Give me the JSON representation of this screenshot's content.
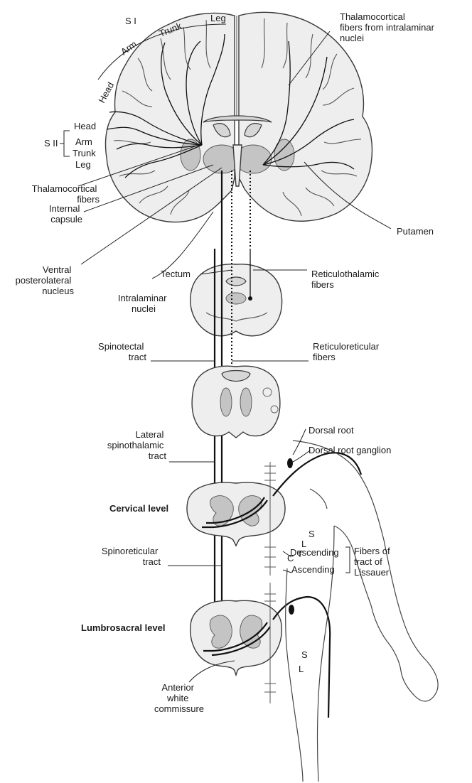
{
  "labels": {
    "s_one": "S I",
    "leg_top": "Leg",
    "trunk_top": "Trunk",
    "arm_top": "Arm",
    "head_top": "Head",
    "s_two": "S II",
    "head_s2": "Head",
    "arm_s2": "Arm",
    "trunk_s2": "Trunk",
    "leg_s2": "Leg",
    "thalamocortical_intralaminar": [
      "Thalamocortical",
      "fibers from intralaminar",
      "nuclei"
    ],
    "thalamocortical_fibers": [
      "Thalamocortical",
      "fibers"
    ],
    "internal_capsule": [
      "Internal",
      "capsule"
    ],
    "putamen": "Putamen",
    "ventral_posterolateral": [
      "Ventral",
      "posterolateral",
      "nucleus"
    ],
    "tectum": "Tectum",
    "intralaminar_nuclei": [
      "Intralaminar",
      "nuclei"
    ],
    "reticulothalamic": [
      "Reticulothalamic",
      "fibers"
    ],
    "spinotectal": [
      "Spinotectal",
      "tract"
    ],
    "reticuloreticular": [
      "Reticuloreticular",
      "fibers"
    ],
    "lateral_spinothalamic": [
      "Lateral",
      "spinothalamic",
      "tract"
    ],
    "dorsal_root": "Dorsal root",
    "dorsal_root_ganglion": "Dorsal root ganglion",
    "cervical_level": "Cervical level",
    "seg_s": "S",
    "seg_l": "L",
    "seg_t": "T",
    "seg_c": "C",
    "descending": "Descending",
    "ascending": "Ascending",
    "fibers_of_tract": [
      "Fibers of",
      "tract of",
      "Lissauer"
    ],
    "spinoreticular": [
      "Spinoreticular",
      "tract"
    ],
    "lumbrosacral_level": "Lumbrosacral level",
    "seg_s_lower": "S",
    "seg_l_lower": "L",
    "anterior_white_commissure": [
      "Anterior",
      "white",
      "commissure"
    ]
  }
}
